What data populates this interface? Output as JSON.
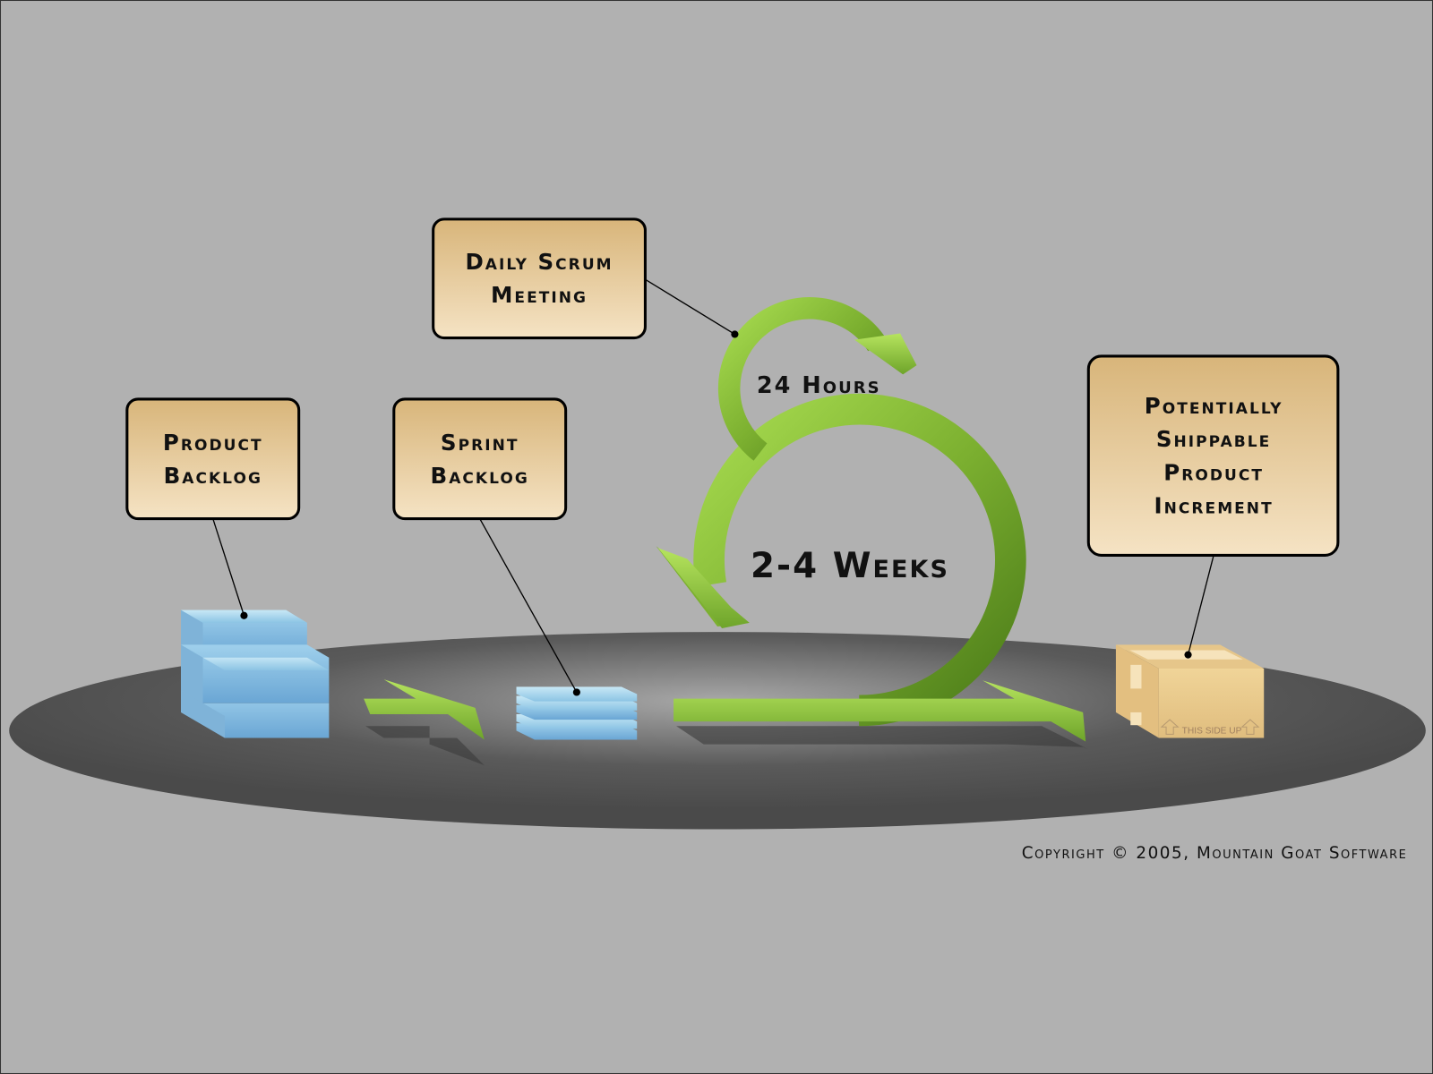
{
  "labels": {
    "product_backlog": [
      "Product",
      "Backlog"
    ],
    "sprint_backlog": [
      "Sprint",
      "Backlog"
    ],
    "daily_scrum": [
      "Daily Scrum",
      "Meeting"
    ],
    "increment": [
      "Potentially",
      "Shippable",
      "Product",
      "Increment"
    ]
  },
  "cycles": {
    "daily": "24 Hours",
    "sprint": "2-4 Weeks"
  },
  "box_print": "THIS SIDE UP",
  "copyright": "Copyright © 2005, Mountain Goat Software",
  "colors": {
    "background": "#b1b1b1",
    "arrow_green": "#7cb030",
    "callout_top": "#d8b57a",
    "callout_bottom": "#f5e3c4",
    "backlog_blue": "#7fb8dc",
    "box_tan": "#e8c98f"
  }
}
